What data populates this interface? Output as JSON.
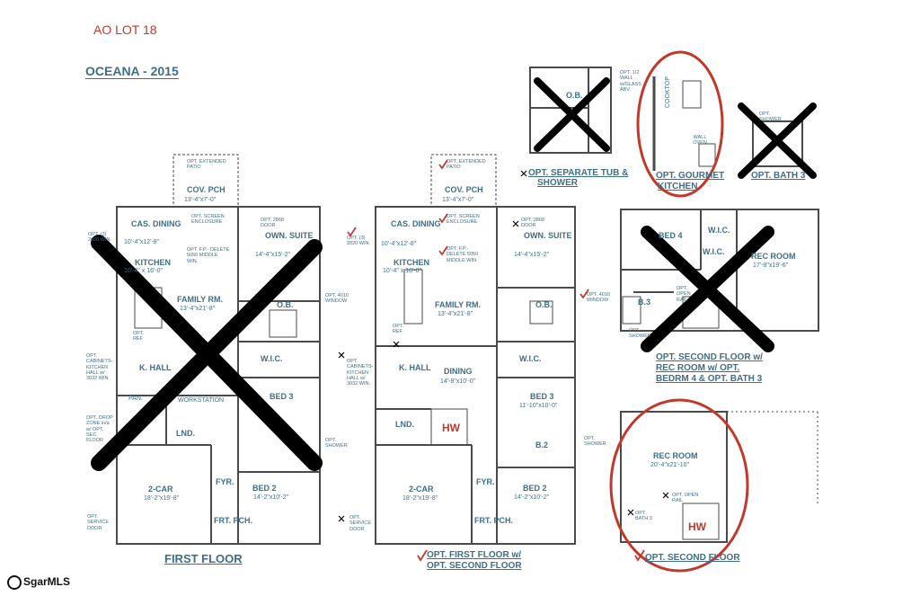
{
  "header": {
    "lot": "AO LOT 18",
    "plan_name": "OCEANA - 2015"
  },
  "captions": {
    "first_floor": "FIRST FLOOR",
    "opt_first_floor": "OPT. FIRST FLOOR w/",
    "opt_second_floor_line2": "OPT. SECOND FLOOR",
    "opt_separate_tub": "OPT. SEPARATE TUB &",
    "opt_separate_tub_2": "SHOWER",
    "opt_gourmet": "OPT. GOURMET",
    "opt_gourmet_2": "KITCHEN",
    "opt_bath": "OPT. BATH 3",
    "opt_second_floor_rec": "OPT. SECOND FLOOR w/",
    "opt_second_floor_rec_2": "REC ROOM w/ OPT.",
    "opt_second_floor_rec_3": "BEDRM 4 & OPT. BATH 3",
    "opt_second_floor": "OPT. SECOND FLOOR"
  },
  "rooms": {
    "cov_pch": "COV. PCH",
    "cov_pch_dim": "13'-4\"x7'-0\"",
    "cas_dining": "CAS. DINING",
    "cas_dining_dim": "10'-4\"x12'-8\"",
    "own_suite": "OWN. SUITE",
    "own_suite_dim": "14'-4\"x15'-2\"",
    "kitchen": "KITCHEN",
    "kitchen_dim": "10'-4\" x 16'-0\"",
    "family_rm": "FAMILY RM.",
    "family_rm_dim": "13'-4\"x21'-8\"",
    "ob": "O.B.",
    "wic": "W.I.C.",
    "k_hall": "K. HALL",
    "dining": "DINING",
    "dining_dim": "14'-8\"x10'-0\"",
    "bed3": "BED 3",
    "bed3_dim": "11'-10\"x10'-0\"",
    "lnd": "LND.",
    "b2": "B.2",
    "two_car": "2-CAR",
    "two_car_dim": "18'-2\"x19'-8\"",
    "fyr": "FYR.",
    "frt_pch": "FRT. PCH.",
    "bed2": "BED 2",
    "bed2_dim": "14'-2\"x10'-2\"",
    "workstation": "WORKSTATION",
    "pan": "PAN.",
    "rec_room": "REC ROOM",
    "rec_room_dim": "17'-8\"x19'-6\"",
    "rec_room2_dim": "20'-4\"x21'-10\"",
    "bed4": "BED 4",
    "b3": "B.3",
    "cooktop": "COOKTOP",
    "wall_oven": "WALL OVEN",
    "hw": "HW"
  },
  "notes": {
    "opt_extended_patio": "OPT. EXTENDED PATIO",
    "opt_screen_enclosure": "OPT. SCREEN ENCLOSURE",
    "opt_2868_door": "OPT. 2868 DOOR",
    "opt_fp": "OPT. F.P.- DELETE 5050 MIDDLE WIN.",
    "opt_4010_window": "OPT. 4010 WINDOW",
    "opt_3_2020": "OPT. (3) 2020 WIN.",
    "opt_cabinets": "OPT. CABINETS- KITCHEN HALL w/ 3032 WIN.",
    "opt_ref": "OPT. REF",
    "opt_drop_zone": "OPT. DROP ZONE in/a w/ OPT. SEC. FLOOR",
    "opt_shower": "OPT. SHOWER",
    "opt_service_door": "OPT. SERVICE DOOR",
    "opt_open_rail": "OPT. OPEN RAIL",
    "opt_bath3": "OPT. BATH 3",
    "opt_wall_glass": "OPT. 1/2 WALL w/GLASS ABV."
  },
  "watermark": "SgarMLS",
  "colors": {
    "line": "#4a4a4a",
    "text": "#3f6f86",
    "red": "#c0392b",
    "cross": "#000000"
  }
}
